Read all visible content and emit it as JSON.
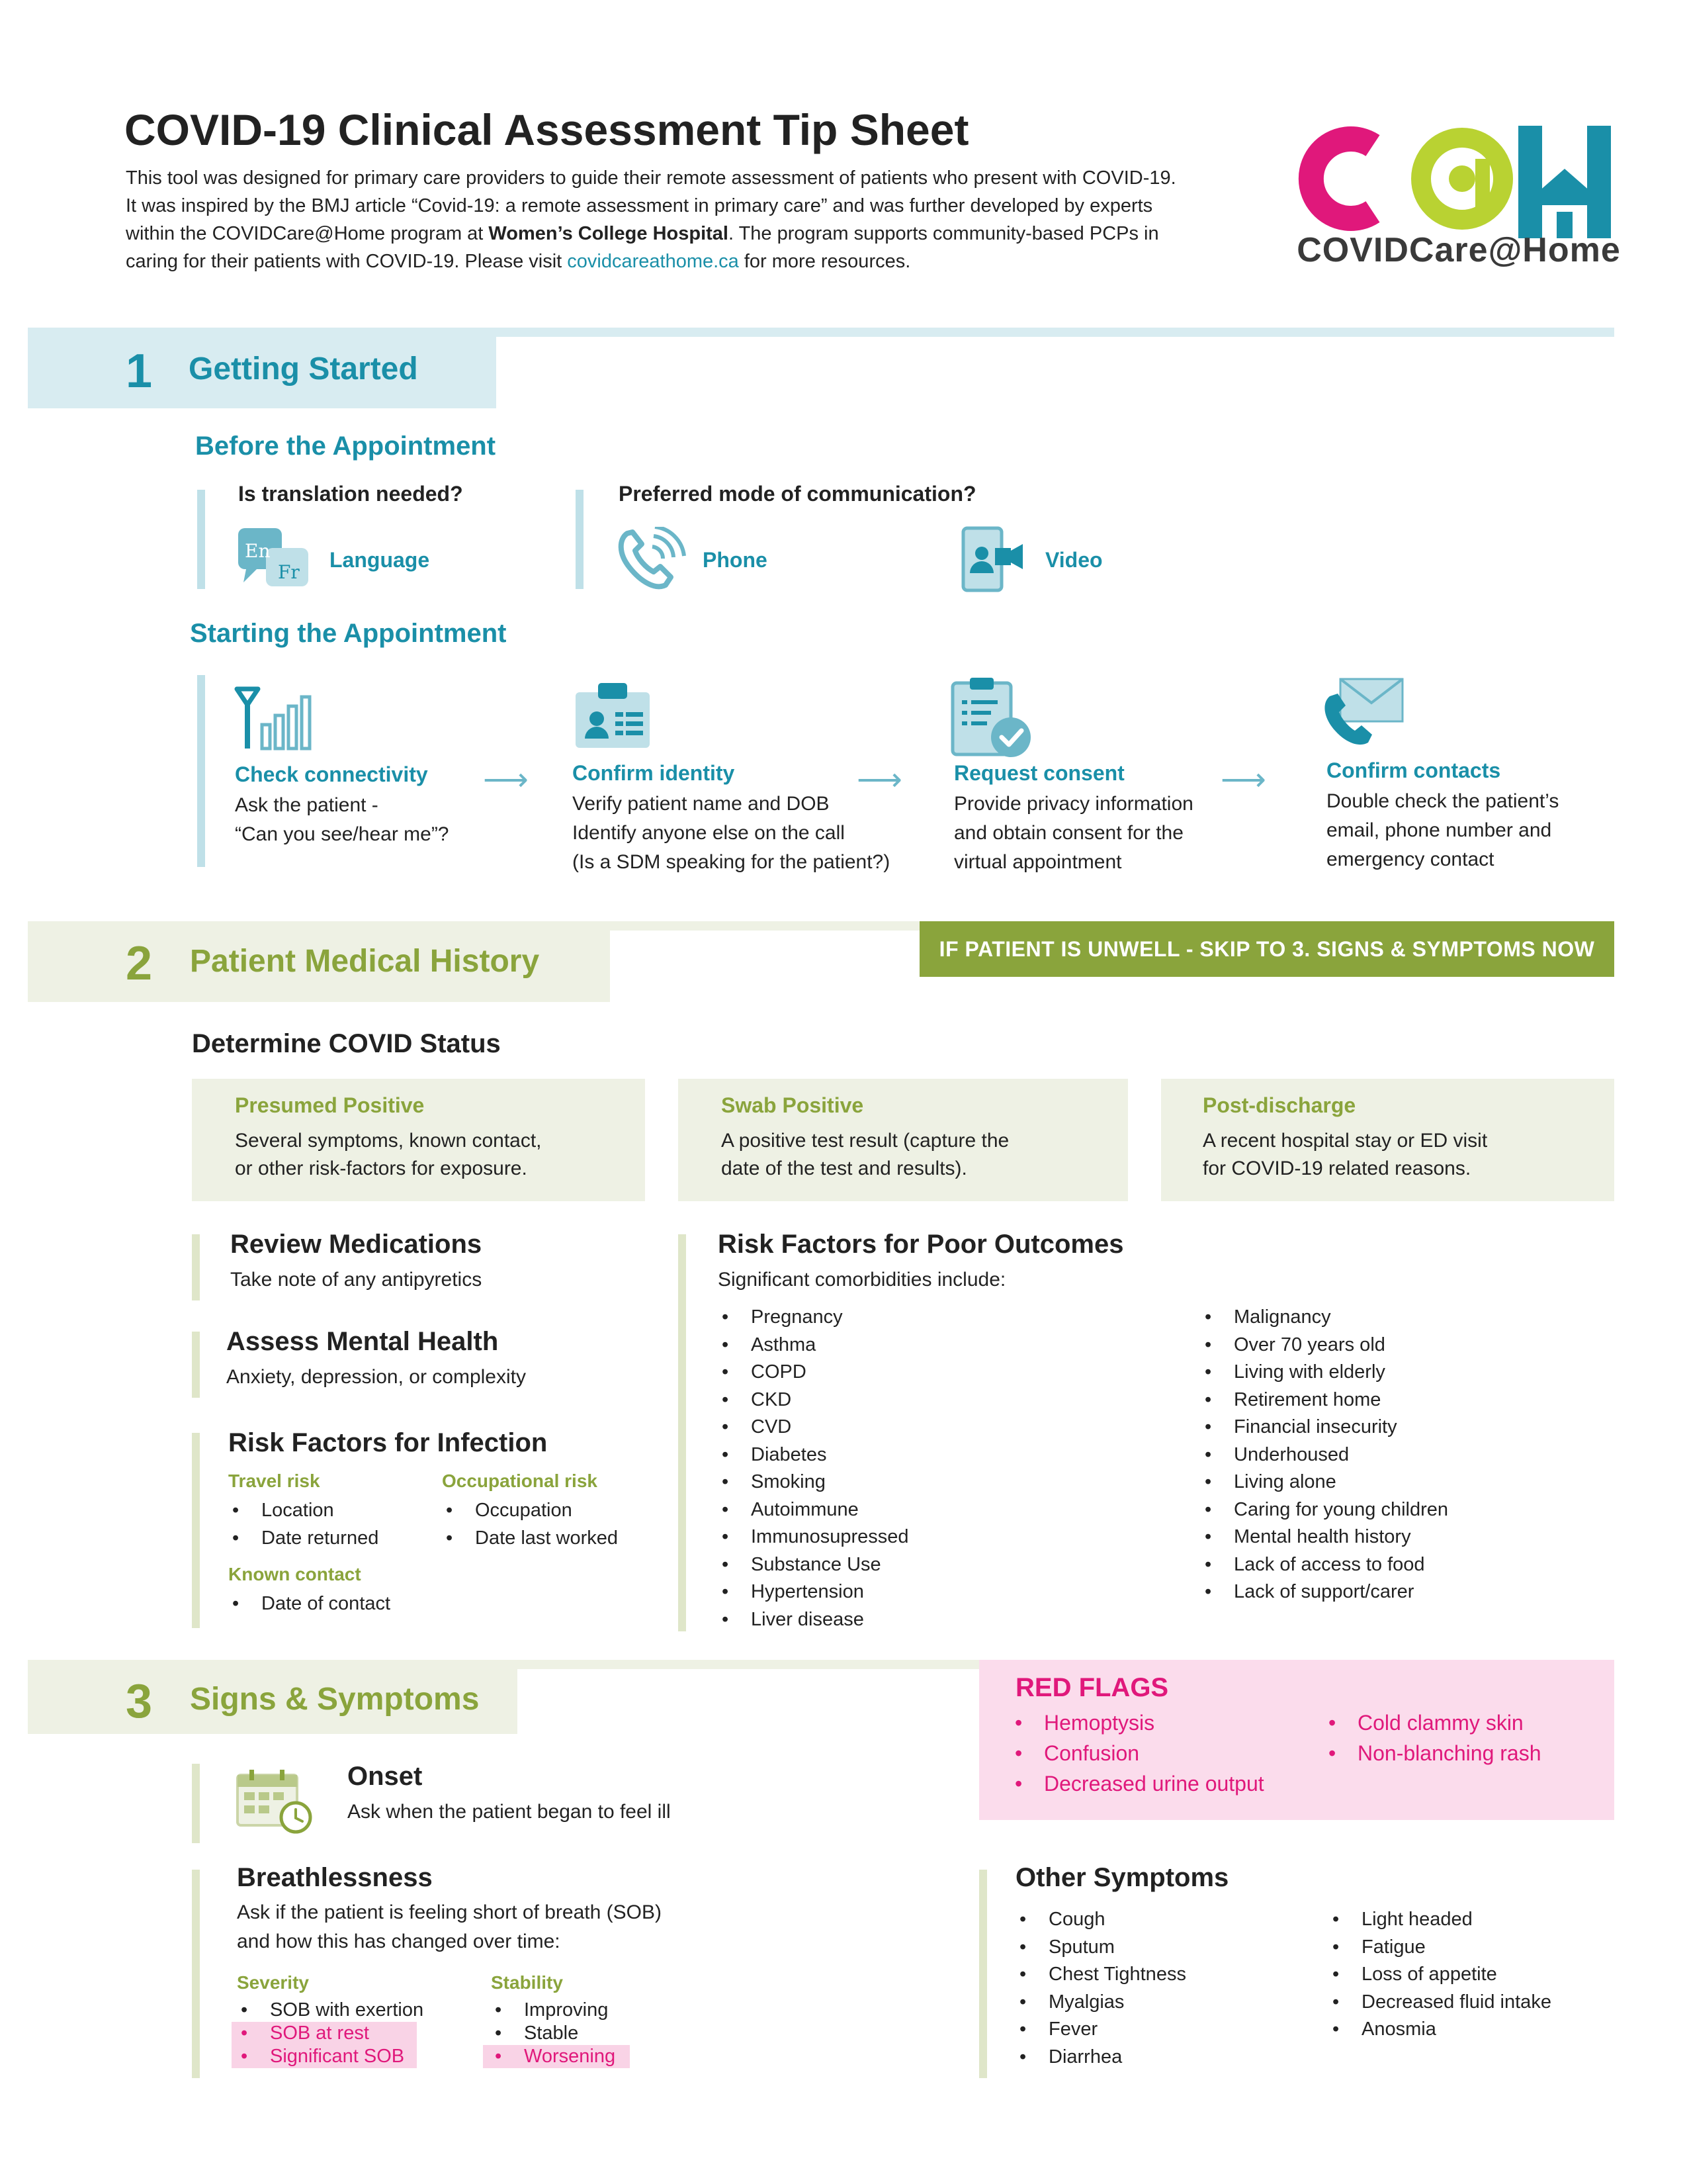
{
  "header": {
    "title": "COVID-19 Clinical Assessment Tip Sheet",
    "intro_1": "This tool was designed for primary care providers to guide their remote assessment of patients who present with COVID-19.",
    "intro_2": "It was inspired by the BMJ article “Covid-19: a remote assessment in primary care” and was further developed by experts",
    "intro_3a": "within the COVIDCare@Home program at ",
    "intro_3b": "Women’s College Hospital",
    "intro_3c": ". The program supports community-based PCPs in",
    "intro_4a": "caring for their patients with COVID-19. Please visit ",
    "intro_4_link": "covidcareathome.ca",
    "intro_4b": " for more resources.",
    "logo_text": "COVIDCare@Home",
    "logo_colors": {
      "c": "#e0187b",
      "at": "#b9d232",
      "h": "#1a8fa8"
    }
  },
  "section1": {
    "number": "1",
    "title": "Getting Started",
    "before_heading": "Before the Appointment",
    "q_translation": "Is translation needed?",
    "q_mode": "Preferred mode of communication?",
    "language": "Language",
    "lang_en": "En",
    "lang_fr": "Fr",
    "phone": "Phone",
    "video": "Video",
    "starting_heading": "Starting the Appointment",
    "steps": [
      {
        "title": "Check connectivity",
        "l1": "Ask the patient -",
        "l2": "“Can you see/hear me”?",
        "l3": ""
      },
      {
        "title": "Confirm identity",
        "l1": "Verify patient name and DOB",
        "l2": "Identify anyone else on the call",
        "l3": "(Is a SDM speaking for the patient?)"
      },
      {
        "title": "Request consent",
        "l1": "Provide privacy information",
        "l2": "and obtain consent for the",
        "l3": "virtual appointment"
      },
      {
        "title": "Confirm contacts",
        "l1": "Double check the patient’s",
        "l2": "email, phone number and",
        "l3": "emergency contact"
      }
    ]
  },
  "section2": {
    "number": "2",
    "title": "Patient Medical History",
    "banner": "IF PATIENT IS UNWELL - SKIP TO 3. SIGNS & SYMPTOMS NOW",
    "covid_status_heading": "Determine COVID Status",
    "cards": [
      {
        "title": "Presumed Positive",
        "l1": "Several symptoms, known contact,",
        "l2": "or other risk-factors for exposure."
      },
      {
        "title": "Swab Positive",
        "l1": "A positive test result (capture the",
        "l2": "date of the test and results)."
      },
      {
        "title": "Post-discharge",
        "l1": "A recent hospital stay or ED visit",
        "l2": "for COVID-19 related reasons."
      }
    ],
    "meds_heading": "Review Medications",
    "meds_text": "Take note of any antipyretics",
    "mental_heading": "Assess Mental Health",
    "mental_text": "Anxiety, depression, or complexity",
    "infection_heading": "Risk Factors for Infection",
    "travel_heading": "Travel risk",
    "travel_items": [
      "Location",
      "Date returned"
    ],
    "occupational_heading": "Occupational risk",
    "occupational_items": [
      "Occupation",
      "Date last worked"
    ],
    "contact_heading": "Known contact",
    "contact_items": [
      "Date of contact"
    ],
    "poor_heading": "Risk Factors for Poor Outcomes",
    "poor_text": "Significant comorbidities include:",
    "poor_col1": [
      "Pregnancy",
      "Asthma",
      "COPD",
      "CKD",
      "CVD",
      "Diabetes",
      "Smoking",
      "Autoimmune",
      "Immunosupressed",
      "Substance Use",
      "Hypertension",
      "Liver disease"
    ],
    "poor_col2": [
      "Malignancy",
      "Over 70 years old",
      "Living with elderly",
      "Retirement home",
      "Financial insecurity",
      "Underhoused",
      "Living alone",
      "Caring for young children",
      "Mental health history",
      "Lack of access to food",
      "Lack of support/carer"
    ]
  },
  "section3": {
    "number": "3",
    "title": "Signs & Symptoms",
    "red_flags_heading": "RED FLAGS",
    "red_col1": [
      "Hemoptysis",
      "Confusion",
      "Decreased urine output"
    ],
    "red_col2": [
      "Cold clammy skin",
      "Non-blanching rash"
    ],
    "onset_heading": "Onset",
    "onset_text": "Ask when the patient began to feel ill",
    "breath_heading": "Breathlessness",
    "breath_l1": "Ask if the patient is feeling short of breath (SOB)",
    "breath_l2": "and how this has changed over time:",
    "severity_heading": "Severity",
    "severity_items": [
      "SOB with exertion",
      "SOB at rest",
      "Significant SOB"
    ],
    "stability_heading": "Stability",
    "stability_items": [
      "Improving",
      "Stable",
      "Worsening"
    ],
    "other_heading": "Other Symptoms",
    "other_col1": [
      "Cough",
      "Sputum",
      "Chest Tightness",
      "Myalgias",
      "Fever",
      "Diarrhea"
    ],
    "other_col2": [
      "Light headed",
      "Fatigue",
      "Loss of appetite",
      "Decreased fluid intake",
      "Anosmia"
    ]
  }
}
